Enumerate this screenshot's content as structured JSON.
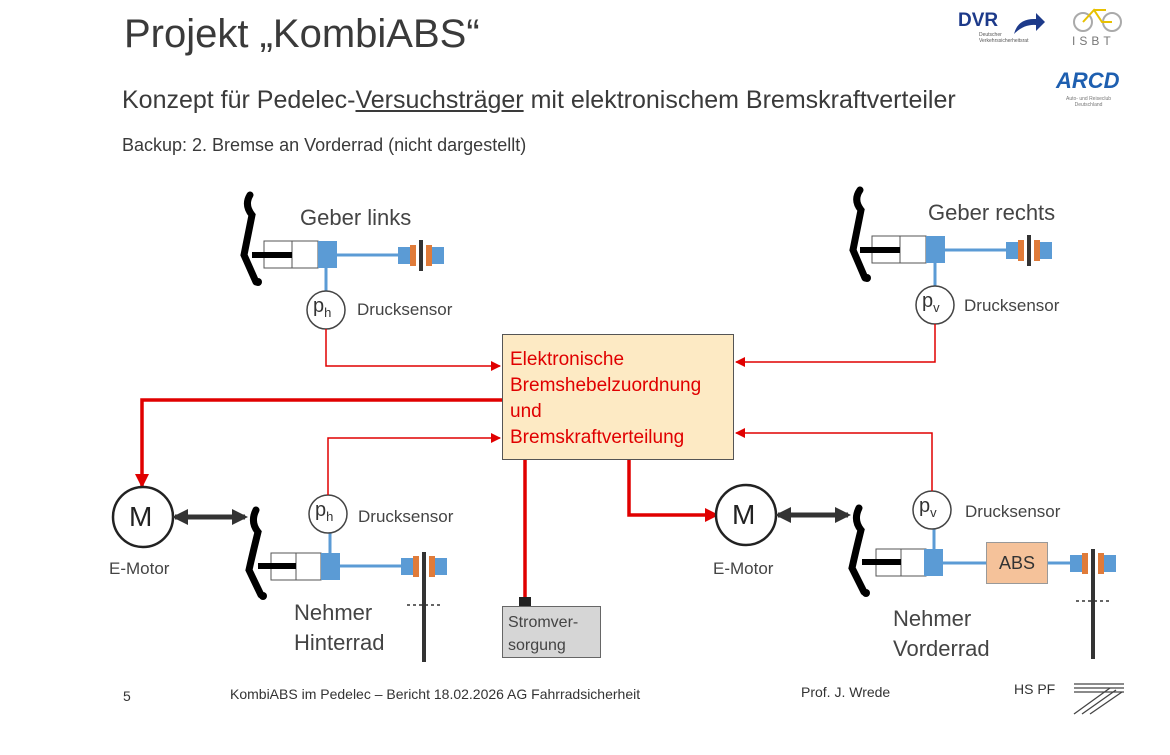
{
  "title": "Projekt „KombiABS“",
  "subtitle": {
    "part1": "Konzept für Pedelec-",
    "underlined": "Versuchsträger",
    "part2": " mit elektronischem Bremskraftverteiler"
  },
  "backup_note": "Backup: 2. Bremse an Vorderrad (nicht dargestellt)",
  "logos": {
    "dvr": "DVR",
    "dvr_sub_line1": "Deutscher",
    "dvr_sub_line2": "Verkehrssicherheitsrat",
    "isbt": "ISBT",
    "arcd": "ARCD",
    "arcd_sub_line1": "Auto- und Reiseclub",
    "arcd_sub_line2": "Deutschland"
  },
  "diagram": {
    "geber_links": "Geber links",
    "geber_rechts": "Geber rechts",
    "sensor_h_symbol": "p",
    "sensor_h_sub": "h",
    "sensor_v_symbol": "p",
    "sensor_v_sub": "v",
    "drucksensor": "Drucksensor",
    "controller_lines": [
      "Elektronische",
      "Bremshebelzuordnung",
      "und",
      "Bremskraftverteilung"
    ],
    "motor_symbol": "M",
    "e_motor": "E-Motor",
    "nehmer_hinterrad_line1": "Nehmer",
    "nehmer_hinterrad_line2": "Hinterrad",
    "nehmer_vorderrad_line1": "Nehmer",
    "nehmer_vorderrad_line2": "Vorderrad",
    "supply_line1": "Stromver-",
    "supply_line2": "sorgung",
    "abs": "ABS"
  },
  "footer": {
    "page_number": "5",
    "center_text": "KombiABS im Pedelec – Bericht 18.02.2026 AG Fahrradsicherheit",
    "author": "Prof. J. Wrede",
    "org": "HS PF"
  },
  "colors": {
    "signal_red": "#e00000",
    "hydraulic_blue": "#5b9bd5",
    "controller_fill": "#fdeac4",
    "abs_fill": "#f5c29a",
    "supply_fill": "#d6d6d6"
  }
}
